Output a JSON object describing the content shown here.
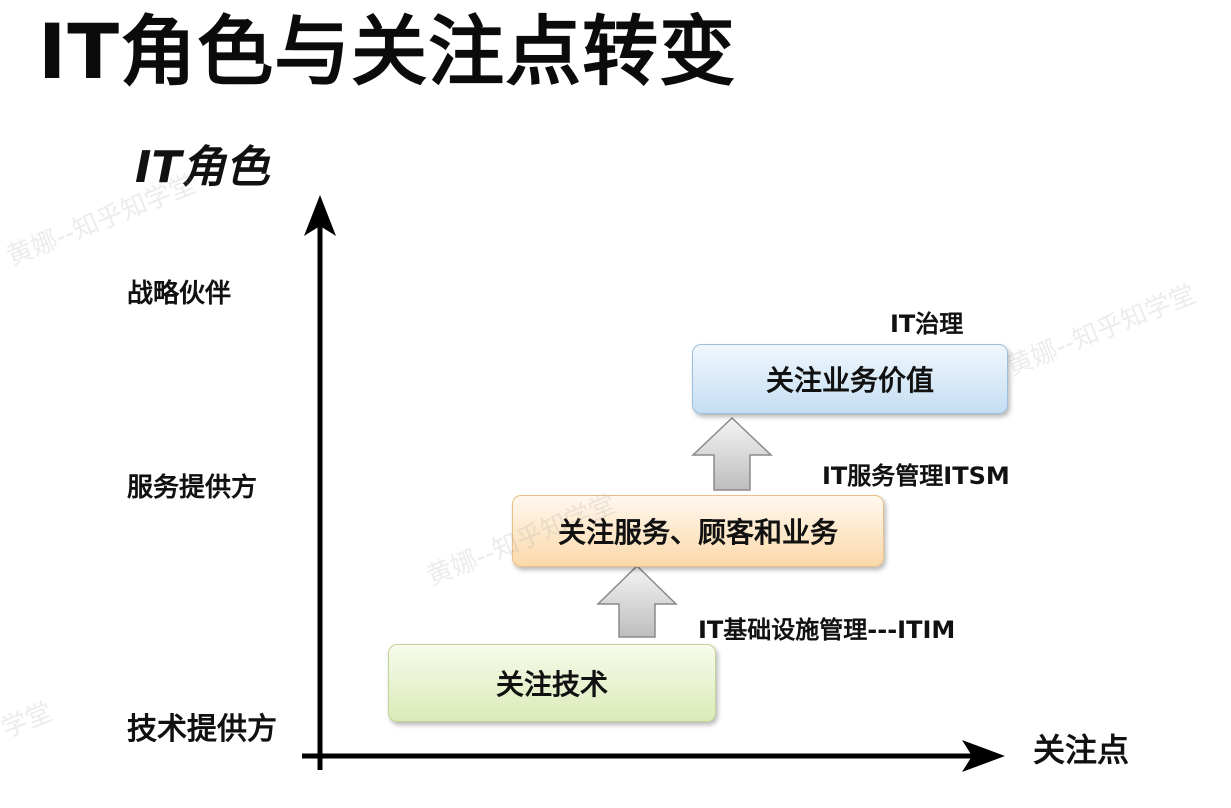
{
  "title": "IT角色与关注点转变",
  "axes": {
    "y_label": "IT角色",
    "x_label": "关注点"
  },
  "roles": [
    {
      "label": "战略伙伴"
    },
    {
      "label": "服务提供方"
    },
    {
      "label": "技术提供方"
    }
  ],
  "steps": [
    {
      "label": "关注技术",
      "stage": "IT基础设施管理---ITIM",
      "color": "#e8f2cf"
    },
    {
      "label": "关注服务、顾客和业务",
      "stage": "IT服务管理ITSM",
      "color": "#fde8c8"
    },
    {
      "label": "关注业务价值",
      "stage": "IT治理",
      "color": "#dcebf8"
    }
  ],
  "watermarks": [
    "黄娜--知乎知学堂",
    "黄娜--知乎知学堂",
    "黄娜--知乎知学堂",
    "学堂"
  ]
}
